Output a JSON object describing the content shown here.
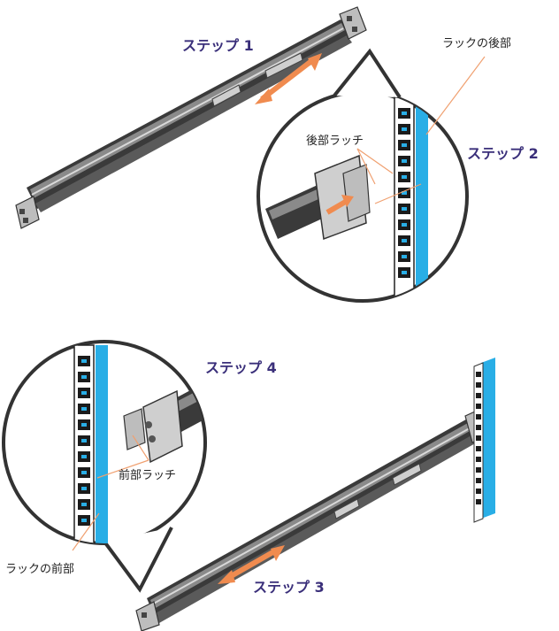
{
  "labels": {
    "step1": "ステップ 1",
    "step2": "ステップ 2",
    "step3": "ステップ 3",
    "step4": "ステップ 4",
    "rear_of_rack": "ラックの後部",
    "rear_latch": "後部ラッチ",
    "front_latch": "前部ラッチ",
    "front_of_rack": "ラックの前部"
  },
  "colors": {
    "rack_post": "#29aee6",
    "rail_dark": "#3a3a3a",
    "rail_mid": "#8a8a8a",
    "rail_light": "#d9d9d9",
    "arrow": "#f08b4f",
    "leader_line": "#f0a070",
    "step_text": "#3a2f7a",
    "callout_outline": "#333333"
  }
}
